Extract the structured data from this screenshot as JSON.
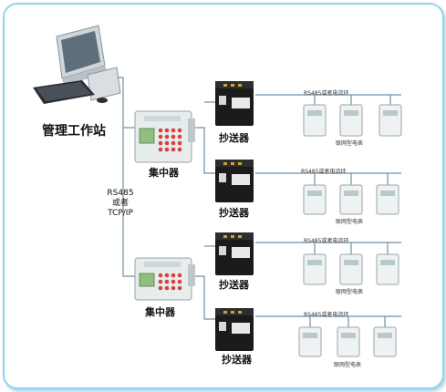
{
  "labels": {
    "workstation": "管理工作站",
    "concentrator": "集中器",
    "transmitter": "抄送器",
    "protocol_line1": "RS485",
    "protocol_line2": "或者",
    "protocol_line3": "TCP/IP",
    "bus": "RS485或者电流环",
    "meter_group": "联网型电表"
  },
  "colors": {
    "frame_border": "#8fd4f0",
    "line": "#6e8fa8",
    "concentrator_body": "#e7ecec",
    "concentrator_screen": "#8fbf7d",
    "concentrator_keys": "#d94040",
    "transmitter_body": "#1b1b1b",
    "meter_body": "#eef2f2"
  },
  "icons": [
    "computer-icon",
    "concentrator-icon",
    "transmitter-icon",
    "meter-icon"
  ]
}
